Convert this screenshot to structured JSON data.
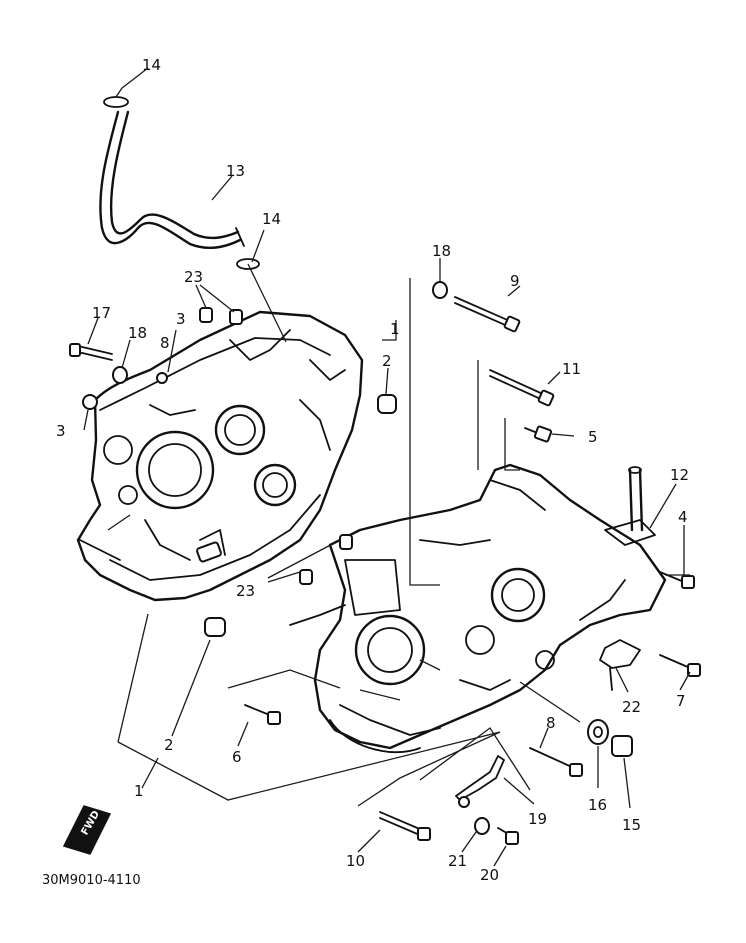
{
  "labels": {
    "l1a": "1",
    "l1b": "1",
    "l2a": "2",
    "l2b": "2",
    "l3a": "3",
    "l3b": "3",
    "l4": "4",
    "l5": "5",
    "l6": "6",
    "l7": "7",
    "l8a": "8",
    "l8b": "8",
    "l9": "9",
    "l10": "10",
    "l11": "11",
    "l12": "12",
    "l13": "13",
    "l14a": "14",
    "l14b": "14",
    "l15": "15",
    "l16": "16",
    "l17": "17",
    "l18a": "18",
    "l18b": "18",
    "l19": "19",
    "l20": "20",
    "l21": "21",
    "l22": "22",
    "l23a": "23",
    "l23b": "23"
  },
  "diagram_code": "30M9010-4110",
  "fwd_badge": "FWD"
}
